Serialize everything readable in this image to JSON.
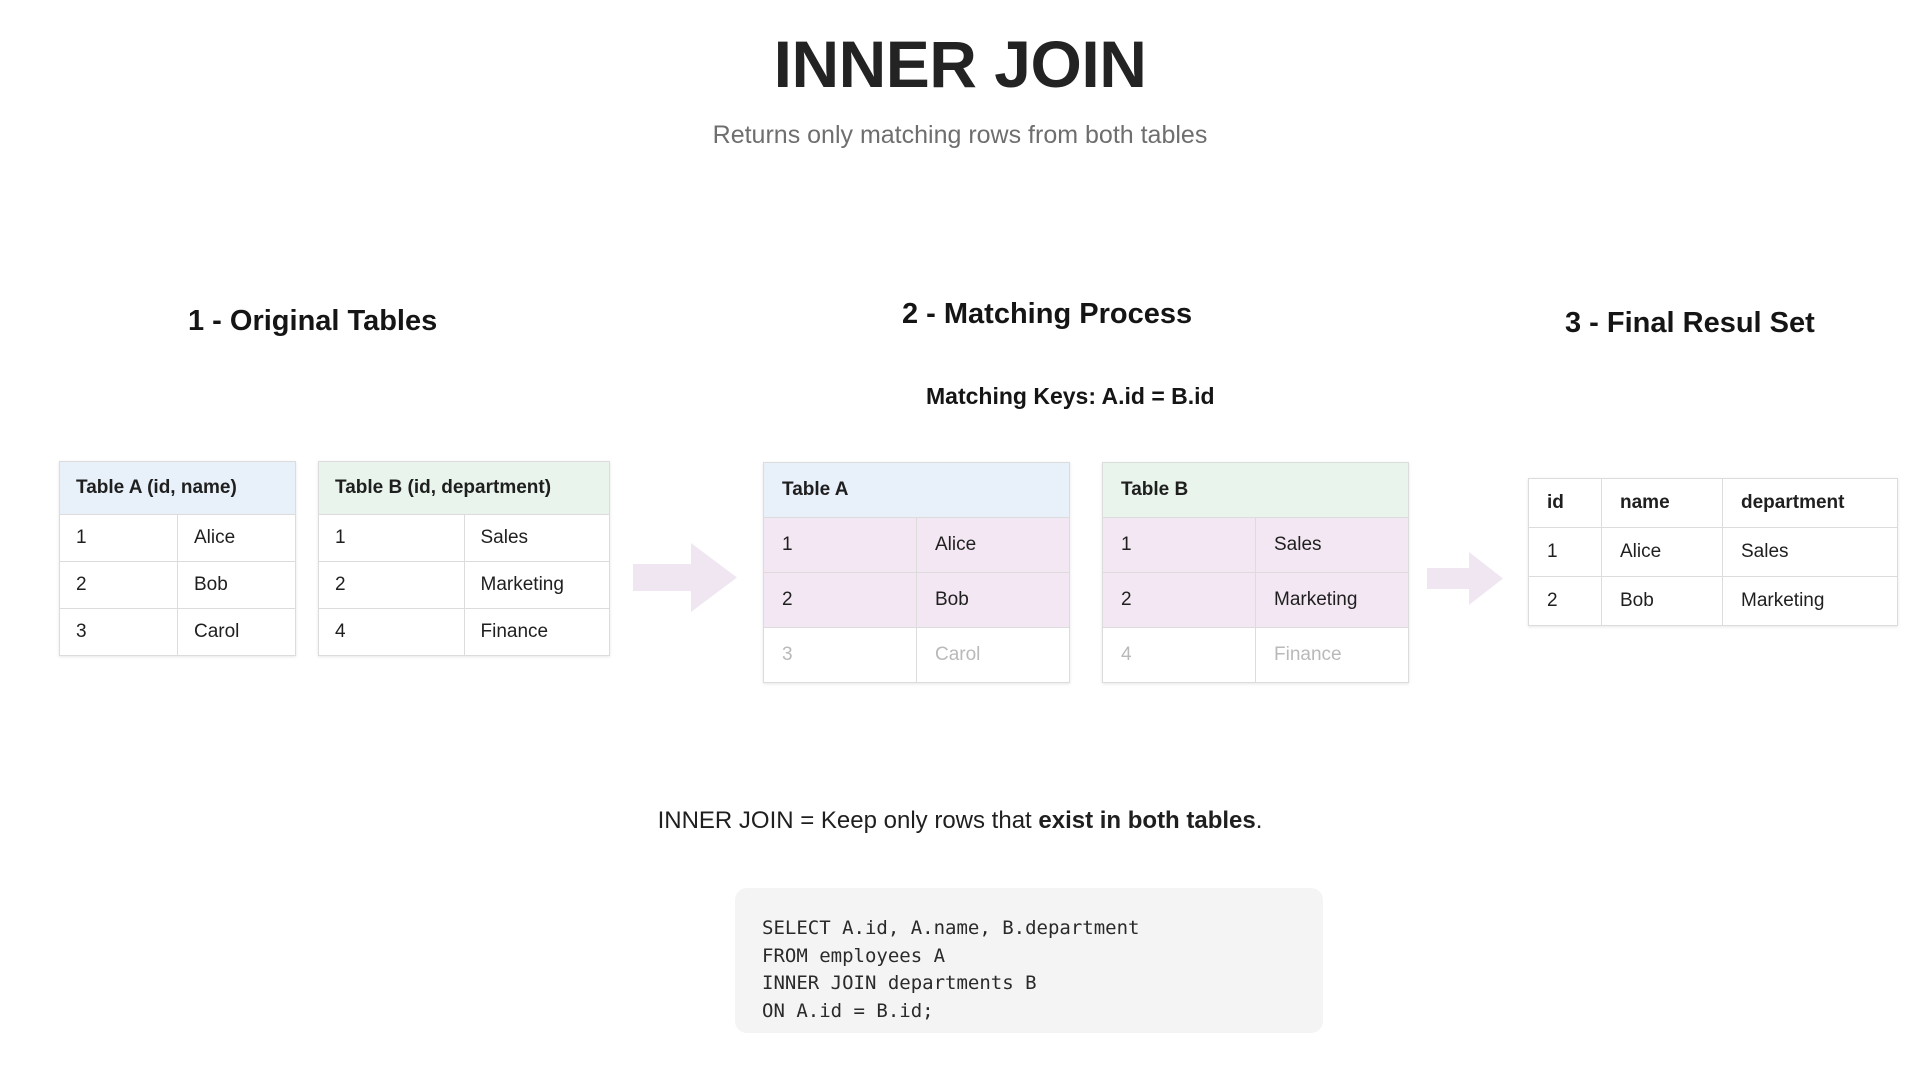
{
  "header": {
    "title": "INNER JOIN",
    "subtitle": "Returns only matching rows from both tables"
  },
  "sections": {
    "one": "1 - Original Tables",
    "two": "2 - Matching Process",
    "three": "3 - Final Resul Set",
    "matching_keys": "Matching Keys: A.id = B.id"
  },
  "original": {
    "table_a": {
      "title": "Table A (id, name)",
      "rows": [
        {
          "id": "1",
          "value": "Alice"
        },
        {
          "id": "2",
          "value": "Bob"
        },
        {
          "id": "3",
          "value": "Carol"
        }
      ]
    },
    "table_b": {
      "title": "Table B (id, department)",
      "rows": [
        {
          "id": "1",
          "value": "Sales"
        },
        {
          "id": "2",
          "value": "Marketing"
        },
        {
          "id": "4",
          "value": "Finance"
        }
      ]
    }
  },
  "matching": {
    "table_a": {
      "title": "Table A",
      "rows": [
        {
          "id": "1",
          "value": "Alice",
          "matched": true
        },
        {
          "id": "2",
          "value": "Bob",
          "matched": true
        },
        {
          "id": "3",
          "value": "Carol",
          "matched": false
        }
      ]
    },
    "table_b": {
      "title": "Table B",
      "rows": [
        {
          "id": "1",
          "value": "Sales",
          "matched": true
        },
        {
          "id": "2",
          "value": "Marketing",
          "matched": true
        },
        {
          "id": "4",
          "value": "Finance",
          "matched": false
        }
      ]
    }
  },
  "result": {
    "columns": [
      "id",
      "name",
      "department"
    ],
    "rows": [
      [
        "1",
        "Alice",
        "Sales"
      ],
      [
        "2",
        "Bob",
        "Marketing"
      ]
    ]
  },
  "caption": {
    "lead": "INNER JOIN = Keep only rows that ",
    "strong": "exist in both tables",
    "tail": "."
  },
  "code": {
    "sql": "SELECT A.id, A.name, B.department\nFROM employees A\nINNER JOIN departments B\nON A.id = B.id;"
  },
  "colors": {
    "table_a_header": "#e8f0fa",
    "table_b_header": "#e9f5ec",
    "matched_row": "#f2e7f2",
    "arrow": "#f0e6f2",
    "dim_text": "#b9b9b9",
    "code_background": "#f4f4f4",
    "subtitle_text": "#6e6e6e"
  },
  "icons": {
    "arrow_one": "right-arrow-icon",
    "arrow_two": "right-arrow-icon"
  }
}
